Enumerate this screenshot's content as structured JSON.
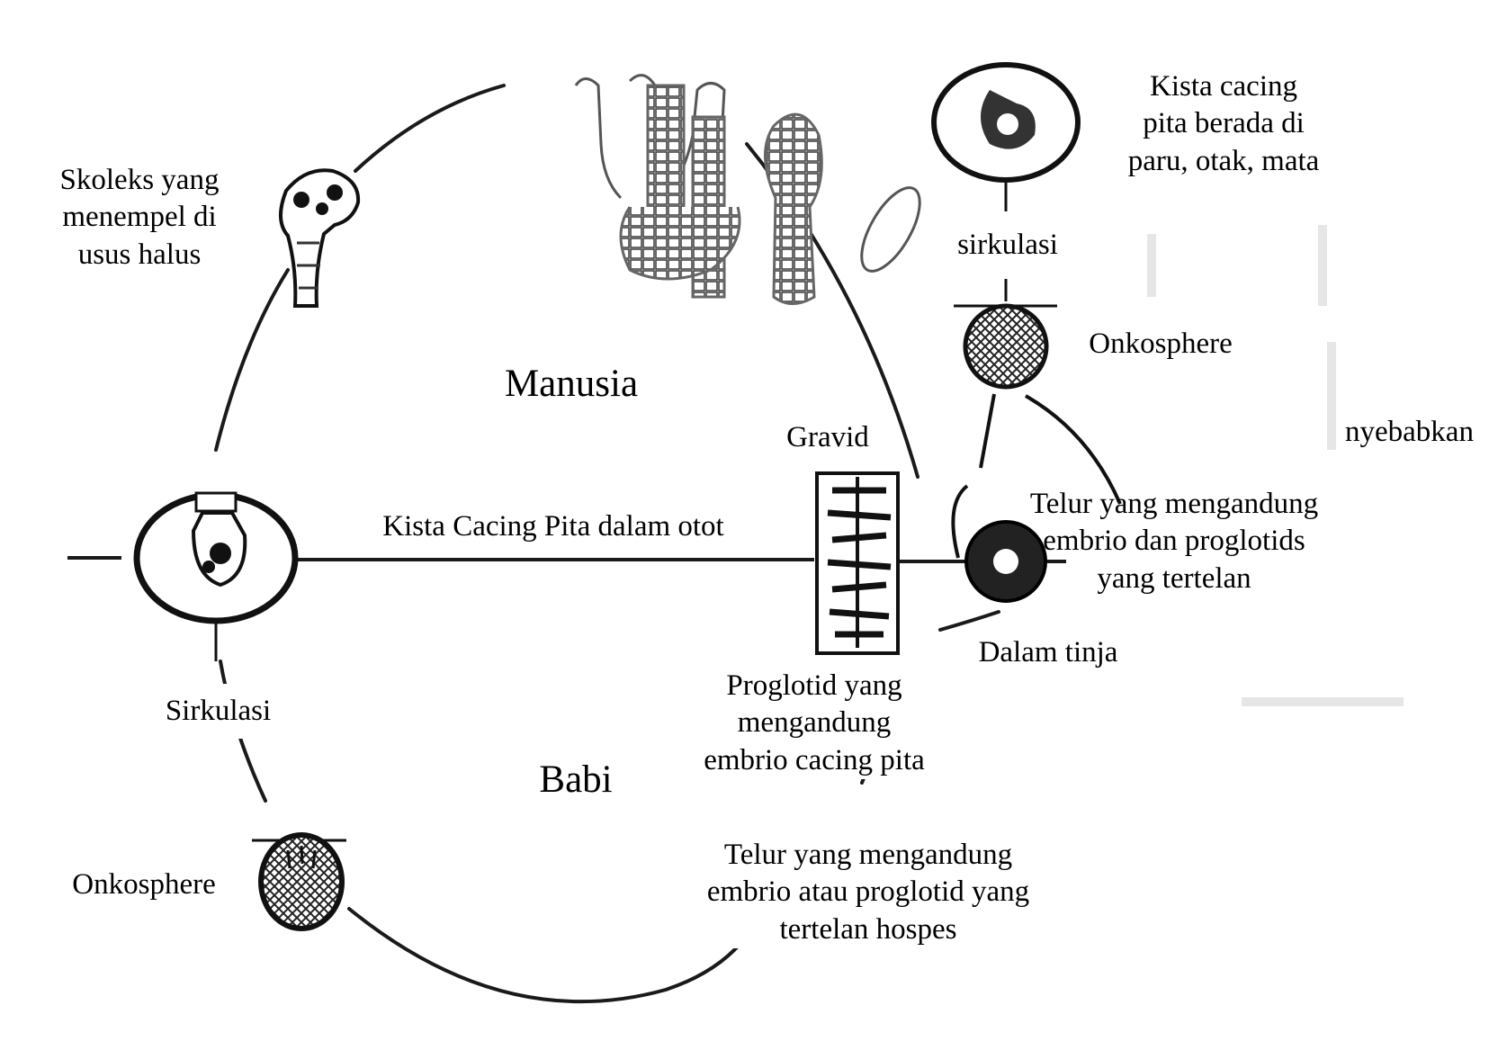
{
  "host_labels": {
    "human": "Manusia",
    "pig": "Babi"
  },
  "labels": {
    "skoleks": [
      "Skoleks yang",
      "menempel di",
      "usus halus"
    ],
    "kista_paru": [
      "Kista cacing",
      "pita berada di",
      "paru, otak, mata"
    ],
    "sirkulasi_top": "sirkulasi",
    "onkosphere_right": "Onkosphere",
    "menyebabkan": "nyebabkan",
    "gravid": "Gravid",
    "kista_otot": "Kista Cacing Pita dalam otot",
    "telur_right": [
      "Telur yang mengandung",
      "embrio dan proglotids",
      "yang tertelan"
    ],
    "dalam_tinja": "Dalam tinja",
    "sirkulasi_left": "Sirkulasi",
    "proglotid": [
      "Proglotid yang",
      "mengandung",
      "embrio cacing pita"
    ],
    "onkosphere_left": "Onkosphere",
    "telur_bottom": [
      "Telur yang mengandung",
      "embrio atau proglotid yang",
      "tertelan hospes"
    ]
  }
}
